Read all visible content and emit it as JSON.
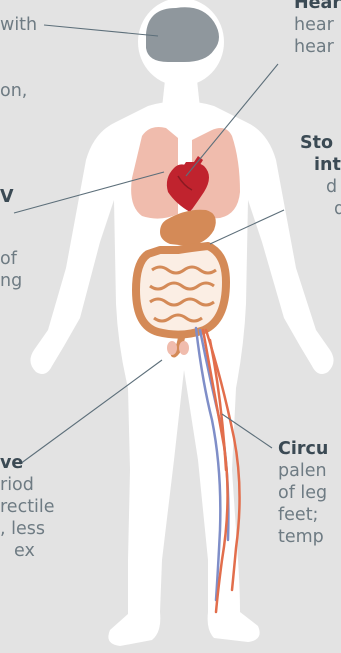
{
  "labels": {
    "brain_fragment": "with",
    "brain_fragment_2": "on,",
    "lungs_fragment_bold": "V",
    "lungs_fragment_1": "of",
    "lungs_fragment_2": "ng",
    "heart_title": "Hear",
    "heart_line_1": "hear",
    "heart_line_2": "hear",
    "stomach_title_1": "Sto",
    "stomach_title_2": "int",
    "stomach_line_1": "d",
    "stomach_line_2": "d",
    "reproductive_title": "ve",
    "reproductive_line_1": "riod",
    "reproductive_line_2": "rectile",
    "reproductive_line_3": ", less",
    "reproductive_line_4": "ex",
    "circulation_title": "Circu",
    "circulation_line_1": "palen",
    "circulation_line_2": "of leg",
    "circulation_line_3": "feet;",
    "circulation_line_4": "temp"
  },
  "colors": {
    "background": "#e3e3e3",
    "body": "#ffffff",
    "brain": "#8f979d",
    "lungs": "#f0bcad",
    "heart": "#c0232e",
    "digestive": "#d48a57",
    "artery": "#e26e4c",
    "vein": "#7f8ec8"
  }
}
